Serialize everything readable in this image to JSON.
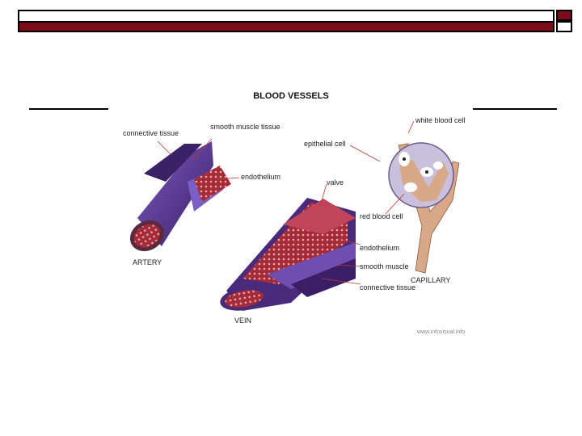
{
  "diagram": {
    "title": "BLOOD VESSELS",
    "artery": {
      "name": "ARTERY",
      "labels": {
        "connective": "connective tissue",
        "smooth": "smooth muscle tissue",
        "endothelium": "endothelium"
      }
    },
    "vein": {
      "name": "VEIN",
      "labels": {
        "valve": "valve",
        "endothelium": "endothelium",
        "smooth": "smooth muscle",
        "connective": "connective tissue"
      }
    },
    "capillary": {
      "name": "CAPILLARY",
      "labels": {
        "white": "white blood cell",
        "epithelial": "epithelial cell",
        "red": "red blood cell"
      }
    },
    "credit": "www.infovisual.info"
  },
  "colors": {
    "header_bar": "#7a0d1c",
    "vessel_outer": "#4a2a7a",
    "vessel_mid": "#6e4fb0",
    "vessel_inner": "#a52a3a",
    "capillary_bg": "#c8c0dc",
    "capillary_tube": "#d8a888"
  }
}
